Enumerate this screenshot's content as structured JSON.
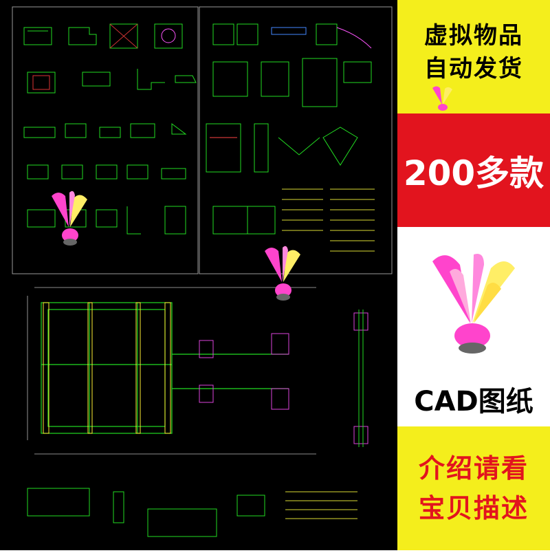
{
  "sidebar": {
    "line1": "虚拟物品",
    "line2": "自动发货",
    "count": "200多款",
    "format": "CAD图纸",
    "desc1": "介绍请看",
    "desc2": "宝贝描述"
  },
  "icons": [
    "shuttlecock-icon"
  ],
  "colors": {
    "yellow": "#f4ee1c",
    "red": "#e2141e",
    "cad_background": "#000000",
    "cad_lines": "#22dd22"
  }
}
